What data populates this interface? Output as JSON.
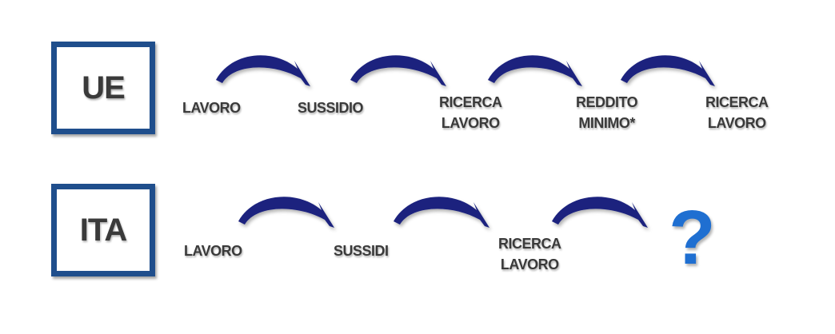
{
  "colors": {
    "box_border": "#1f4e8c",
    "arrow": "#1a237e",
    "text": "#3a3a3a",
    "question_mark": "#1f6fd1"
  },
  "rows": [
    {
      "label": "UE",
      "steps": [
        {
          "lines": [
            "LAVORO"
          ]
        },
        {
          "lines": [
            "SUSSIDIO"
          ]
        },
        {
          "lines": [
            "RICERCA",
            "LAVORO"
          ]
        },
        {
          "lines": [
            "REDDITO",
            "MINIMO*"
          ]
        },
        {
          "lines": [
            "RICERCA",
            "LAVORO"
          ]
        }
      ]
    },
    {
      "label": "ITA",
      "steps": [
        {
          "lines": [
            "LAVORO"
          ]
        },
        {
          "lines": [
            "SUSSIDI"
          ]
        },
        {
          "lines": [
            "RICERCA",
            "LAVORO"
          ]
        }
      ],
      "end_symbol": "?",
      "end_symbol_icon": "question-mark-icon"
    }
  ]
}
